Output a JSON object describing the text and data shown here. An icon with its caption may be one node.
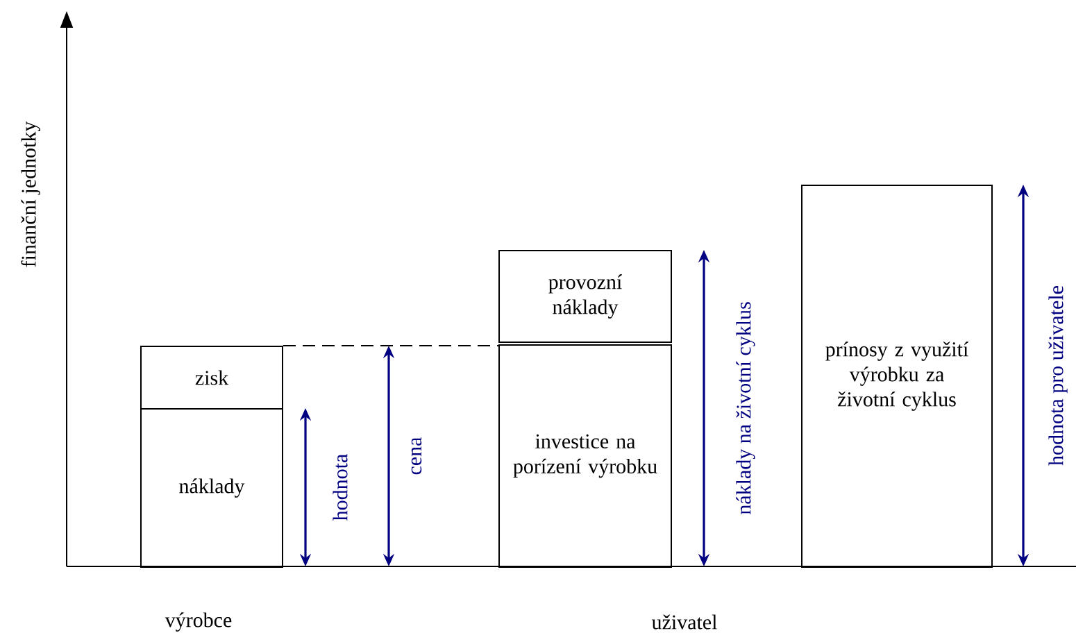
{
  "diagram": {
    "nodes": [
      {
        "text": [
          "zisk"
        ]
      },
      {
        "text": [
          "náklady"
        ]
      },
      {
        "text": [
          "provozní náklady"
        ]
      },
      {
        "text": [
          "investice na porízení výrobku"
        ]
      },
      {
        "text": [
          "prínosy z využití výrobku za životní cyklus"
        ]
      }
    ],
    "edges": [
      {
        "from": 0,
        "to": 3,
        "arrow": "none",
        "style": "dashed"
      }
    ],
    "labels": [
      "finanční jednotky",
      "hodnota",
      "cena",
      "náklady na životní cyklus",
      "hodnota pro uživatele",
      "výrobce",
      "uživatel"
    ]
  }
}
